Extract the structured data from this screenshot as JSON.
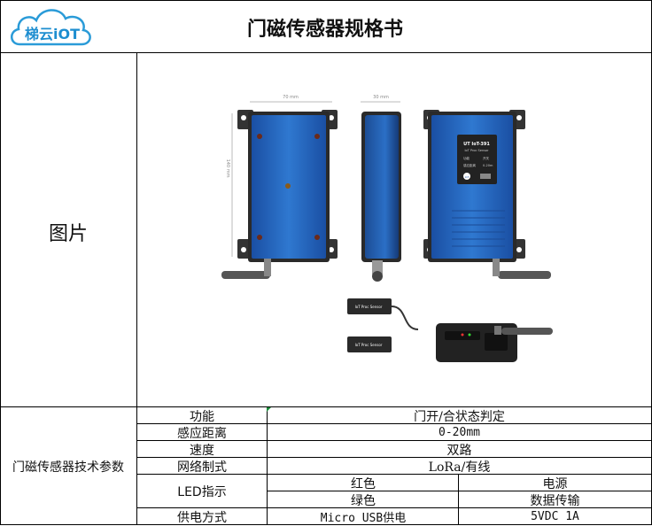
{
  "logo": {
    "text": "梯云iOT"
  },
  "title": "门磁传感器规格书",
  "image_section": {
    "label": "图片",
    "dims": {
      "width": "70 mm",
      "depth": "30 mm",
      "height": "140 mm"
    },
    "device": {
      "model": "UT IoT-391",
      "subtitle": "IoT Proc Sensor",
      "lines": [
        "功能",
        "开关",
        "感应距离",
        "0-20m"
      ],
      "badge": "IoT",
      "sensor_label": "IoT Proc Sensor",
      "magnet_label": "IoT Proc Sensor"
    }
  },
  "specs": {
    "group_label": "门磁传感器技术参数",
    "rows": [
      {
        "key": "功能",
        "value": "门开/合状态判定"
      },
      {
        "key": "感应距离",
        "value": "0-20mm"
      },
      {
        "key": "速度",
        "value": "双路"
      },
      {
        "key": "网络制式",
        "value": "LoRa/有线"
      }
    ],
    "led": {
      "key": "LED指示",
      "items": [
        {
          "color": "红色",
          "meaning": "电源"
        },
        {
          "color": "绿色",
          "meaning": "数据传输"
        }
      ]
    },
    "power": {
      "key": "供电方式",
      "value1": "Micro USB供电",
      "value2": "5VDC 1A"
    }
  }
}
